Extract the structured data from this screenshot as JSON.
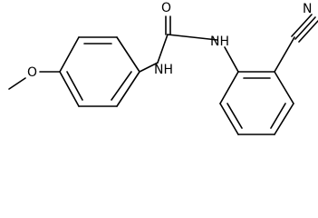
{
  "molecule": {
    "atom_labels": {
      "carbonyl_oxygen": "O",
      "left_nh": "NH",
      "right_nh": "NH",
      "nitrile_nitrogen": "N",
      "methoxy_oxygen": "O"
    },
    "colors": {
      "background": "#ffffff",
      "line": "#000000",
      "text": "#000000"
    }
  }
}
